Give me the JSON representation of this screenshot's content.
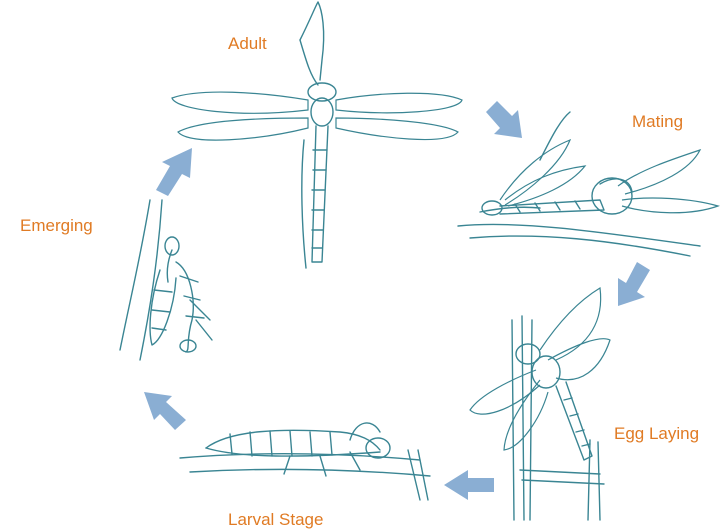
{
  "stages": {
    "adult": "Adult",
    "mating": "Mating",
    "egg_laying": "Egg Laying",
    "larval": "Larval Stage",
    "emerging": "Emerging"
  },
  "colors": {
    "label": "#e07b24",
    "ink": "#3a8593",
    "arrow": "#8aaed3"
  },
  "icons": {
    "adult": "dragonfly-adult-icon",
    "mating": "dragonflies-mating-icon",
    "egg_laying": "dragonfly-egg-laying-icon",
    "larval": "dragonfly-larva-icon",
    "emerging": "dragonfly-emerging-icon"
  }
}
